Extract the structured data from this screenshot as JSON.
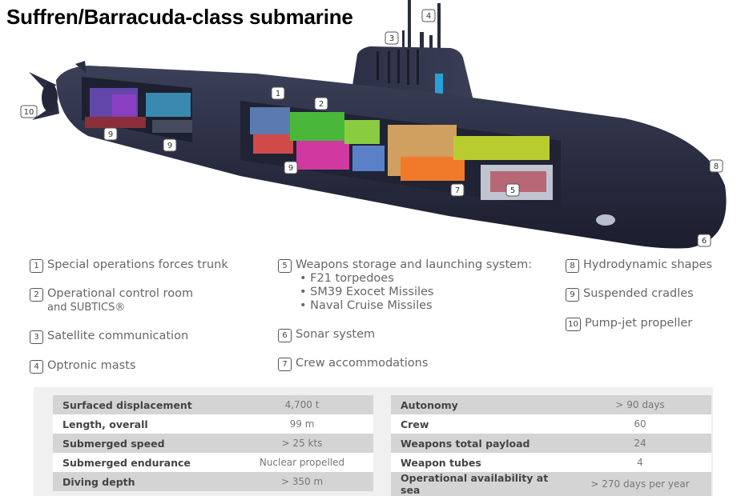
{
  "title": "Suffren/Barracuda-class submarine",
  "callouts": [
    "1",
    "2",
    "3",
    "4",
    "5",
    "6",
    "7",
    "8",
    "9",
    "9",
    "9",
    "10"
  ],
  "legend": {
    "col1": [
      {
        "num": "1",
        "text": "Special operations forces trunk"
      },
      {
        "num": "2",
        "text": "Operational control room",
        "text2": "and SUBTICS®"
      },
      {
        "num": "3",
        "text": "Satellite communication"
      },
      {
        "num": "4",
        "text": "Optronic masts"
      }
    ],
    "col2": [
      {
        "num": "5",
        "text": "Weapons storage and launching system:",
        "subs": [
          "• F21 torpedoes",
          "• SM39 Exocet Missiles",
          "• Naval Cruise Missiles"
        ]
      },
      {
        "num": "6",
        "text": "Sonar system"
      },
      {
        "num": "7",
        "text": "Crew accommodations"
      }
    ],
    "col3": [
      {
        "num": "8",
        "text": "Hydrodynamic shapes"
      },
      {
        "num": "9",
        "text": "Suspended cradles"
      },
      {
        "num": "10",
        "text": "Pump-jet propeller"
      }
    ]
  },
  "specs_left": [
    {
      "label": "Surfaced displacement",
      "value": "4,700 t"
    },
    {
      "label": "Length, overall",
      "value": "99 m"
    },
    {
      "label": "Submerged speed",
      "value": "> 25 kts"
    },
    {
      "label": "Submerged endurance",
      "value": "Nuclear propelled"
    },
    {
      "label": "Diving depth",
      "value": "> 350 m"
    }
  ],
  "specs_right": [
    {
      "label": "Autonomy",
      "value": "> 90 days"
    },
    {
      "label": "Crew",
      "value": "60"
    },
    {
      "label": "Weapons total payload",
      "value": "24"
    },
    {
      "label": "Weapon tubes",
      "value": "4"
    },
    {
      "label": "Operational availability at sea",
      "value": "> 270 days per year"
    }
  ]
}
